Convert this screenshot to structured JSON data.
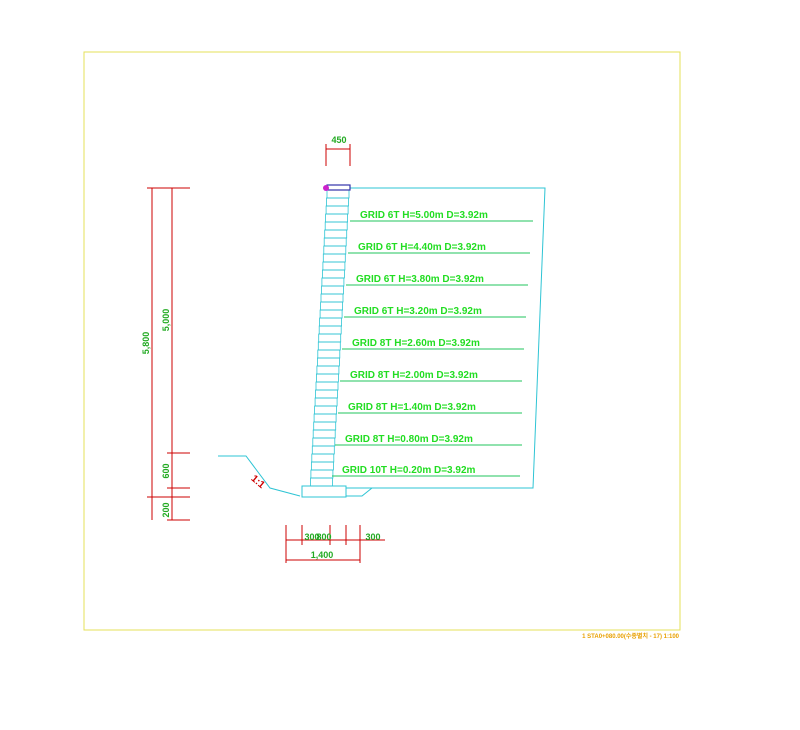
{
  "colors": {
    "frame": "#e6e05a",
    "wall": "#2ec4d4",
    "grid": "#22c55e",
    "grid_text": "#22dd22",
    "dim_red": "#cc0000",
    "dim_text": "#22aa22",
    "slope_text": "#cc0000",
    "marker": "#cc22cc",
    "title": "#e8a000"
  },
  "dimensions": {
    "top_width": "450",
    "total_height": "5,800",
    "wall_height": "5,000",
    "embedment": "600",
    "base_thickness": "200",
    "base_left": "300",
    "base_mid": "800",
    "base_right": "300",
    "base_total": "1,400"
  },
  "slope_label": "1:1",
  "grid_labels": [
    "GRID 6T H=5.00m D=3.92m",
    "GRID 6T H=4.40m D=3.92m",
    "GRID 6T H=3.80m D=3.92m",
    "GRID 6T H=3.20m D=3.92m",
    "GRID 8T H=2.60m D=3.92m",
    "GRID 8T H=2.00m D=3.92m",
    "GRID 8T H=1.40m D=3.92m",
    "GRID 8T H=0.80m D=3.92m",
    "GRID 10T H=0.20m D=3.92m"
  ],
  "title_block": "1 STA0+080.00(수종별치 - 17) 1:100"
}
